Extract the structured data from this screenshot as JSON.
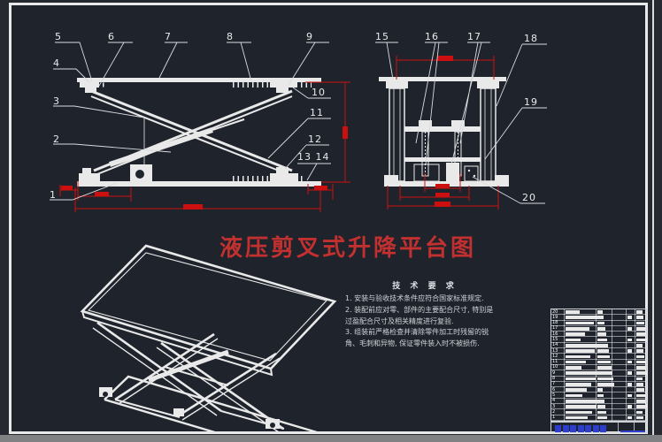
{
  "drawing": {
    "title": "液压剪叉式升降平台图",
    "tech_requirements": {
      "heading": "技 术 要 求",
      "lines": [
        "1. 安装与验收技术条件应符合国家标准规定.",
        "2. 装配前应对零、部件的主要配合尺寸, 特别是",
        "过盈配合尺寸及相关精度进行复验.",
        "3. 组装前严格检查并清除零件加工时残留的锐",
        "角、毛刺和异物, 保证零件装入时不被损伤."
      ]
    },
    "front_view_callouts": [
      "1",
      "2",
      "3",
      "4",
      "5",
      "6",
      "7",
      "8",
      "9",
      "10",
      "11",
      "12",
      "13 14"
    ],
    "side_view_callouts": [
      "15",
      "16",
      "17",
      "18",
      "19",
      "20"
    ],
    "parts_table": {
      "rows": [
        "20",
        "19",
        "18",
        "17",
        "16",
        "15",
        "14",
        "13",
        "12",
        "11",
        "10",
        "9",
        "8",
        "7",
        "6",
        "5",
        "4",
        "3",
        "2",
        "1"
      ]
    },
    "colors": {
      "line": "#e9e9e9",
      "dimension": "#cc1010",
      "title": "#c23030",
      "watermark": "#2e3ecc",
      "paper": "#1f232b",
      "frame": "#e9e9e9"
    }
  }
}
